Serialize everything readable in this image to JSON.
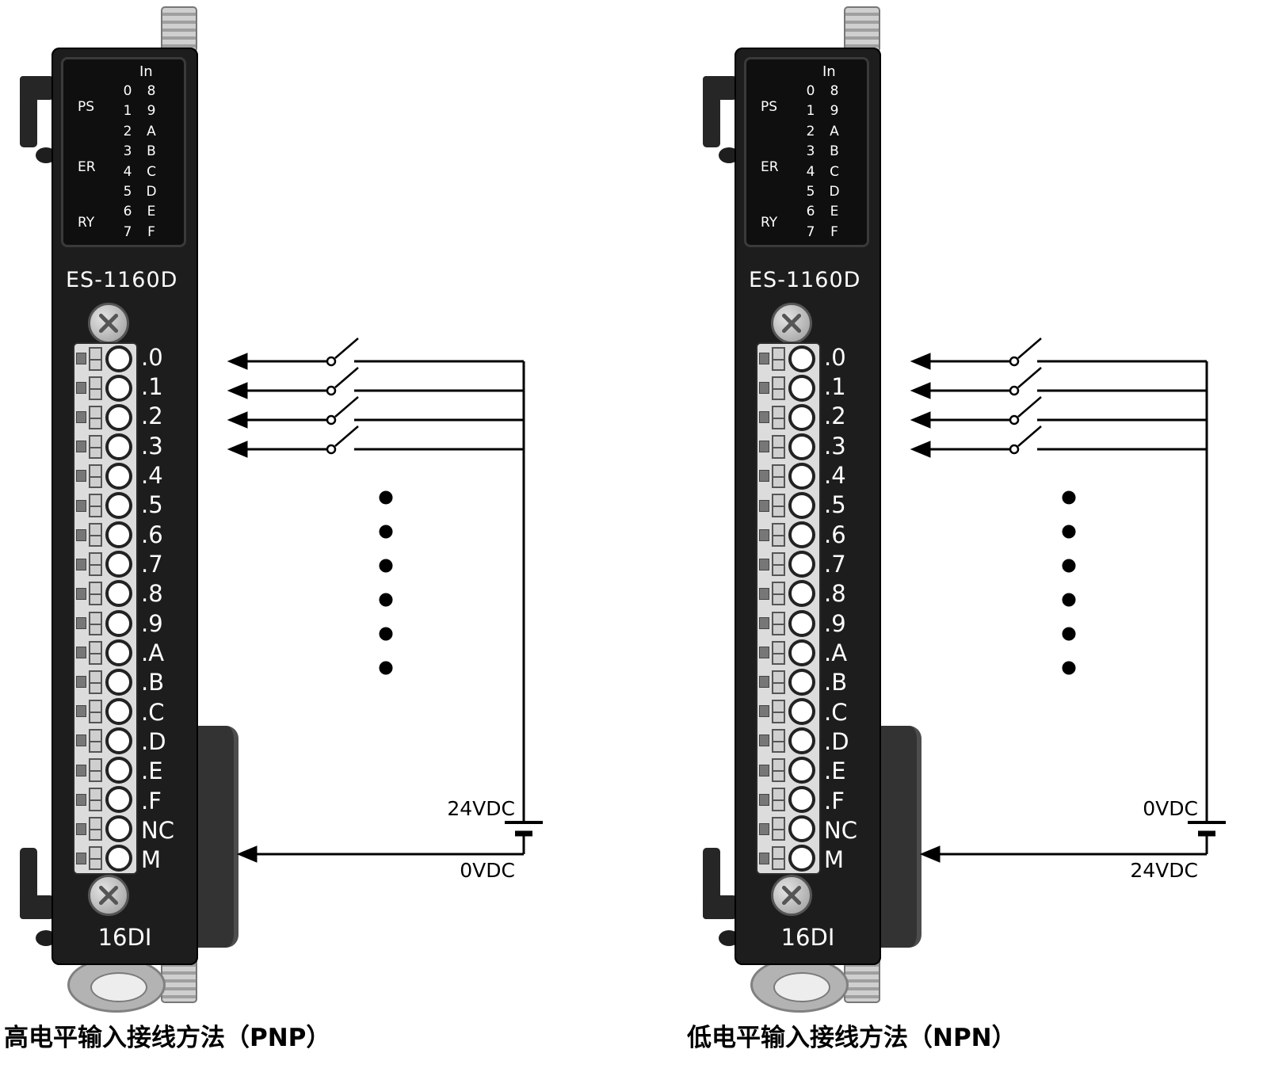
{
  "module": {
    "model": "ES-1160D",
    "type_label": "16DI",
    "led": {
      "header": "In",
      "status": [
        "PS",
        "ER",
        "RY"
      ],
      "col1": [
        "0",
        "1",
        "2",
        "3",
        "4",
        "5",
        "6",
        "7"
      ],
      "col2": [
        "8",
        "9",
        "A",
        "B",
        "C",
        "D",
        "E",
        "F"
      ]
    },
    "terminals": [
      ".0",
      ".1",
      ".2",
      ".3",
      ".4",
      ".5",
      ".6",
      ".7",
      ".8",
      ".9",
      ".A",
      ".B",
      ".C",
      ".D",
      ".E",
      ".F",
      "NC",
      "M"
    ]
  },
  "diagrams": [
    {
      "id": "pnp",
      "title": "高电平输入接线方法（PNP）",
      "supply_top": "24VDC",
      "supply_bottom": "0VDC"
    },
    {
      "id": "npn",
      "title": "低电平输入接线方法（NPN）",
      "supply_top": "0VDC",
      "supply_bottom": "24VDC"
    }
  ],
  "colors": {
    "module_body": "#1d1d1d",
    "led_panel": "#0f0f0f",
    "terminal_strip": "#dcdcdc",
    "wire": "#000000",
    "text_on_module": "#ffffff",
    "background": "#ffffff"
  }
}
